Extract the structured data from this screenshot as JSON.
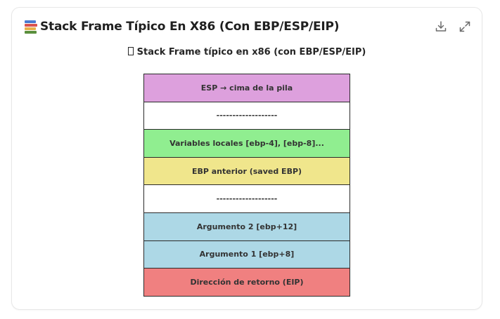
{
  "card": {
    "title": "Stack Frame Típico En X86 (Con EBP/ESP/EIP)",
    "title_icon": "books-icon"
  },
  "toolbar": {
    "download_icon": "download-icon",
    "expand_icon": "expand-icon"
  },
  "diagram": {
    "title": "Stack Frame típico en x86 (con EBP/ESP/EIP)",
    "frames": [
      {
        "label": "ESP → cima de la pila",
        "color": "#dda0dd"
      },
      {
        "label": "-------------------",
        "color": "#ffffff"
      },
      {
        "label": "Variables locales [ebp-4], [ebp-8]...",
        "color": "#90ee90"
      },
      {
        "label": "EBP anterior (saved EBP)",
        "color": "#f0e68c"
      },
      {
        "label": "-------------------",
        "color": "#ffffff"
      },
      {
        "label": "Argumento 2 [ebp+12]",
        "color": "#add8e6"
      },
      {
        "label": "Argumento 1 [ebp+8]",
        "color": "#add8e6"
      },
      {
        "label": "Dirección de retorno (EIP)",
        "color": "#f08080"
      }
    ]
  }
}
